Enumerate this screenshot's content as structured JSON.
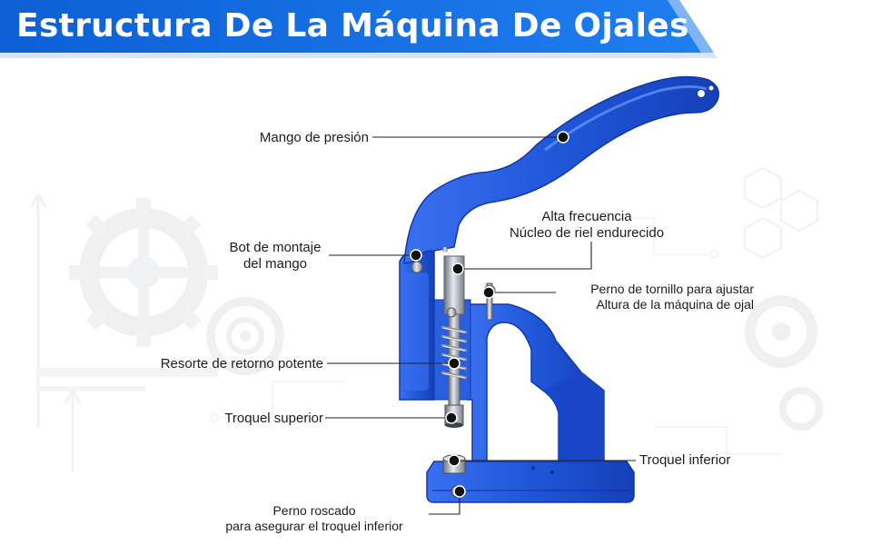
{
  "title": "Estructura De La Máquina De Ojales",
  "colors": {
    "banner": "#1266d6",
    "banner_dark": "#0b4fb4",
    "machine": "#1f56d8",
    "machine_dark": "#1238a8",
    "machine_light": "#4f86ff",
    "steel": "#b9bec6",
    "leader": "#222222"
  },
  "labels": {
    "handle": "Mango de presión",
    "mount_bolt": [
      "Bot de montaje",
      "del mango"
    ],
    "core": [
      "Alta frecuencia",
      "Núcleo de riel endurecido"
    ],
    "adjust_bolt": [
      "Perno de tornillo para ajustar",
      "Altura de la máquina de ojal"
    ],
    "spring": "Resorte de retorno potente",
    "upper_die": "Troquel superior",
    "lower_die": "Troquel inferior",
    "threaded_bolt": [
      "Perno roscado",
      "para asegurar el troquel inferior"
    ]
  },
  "background_icons": [
    "gear-icon",
    "gear-icon",
    "gear-icon",
    "hexagon-icon",
    "upload-arrow-icon",
    "crosshair-icon"
  ]
}
